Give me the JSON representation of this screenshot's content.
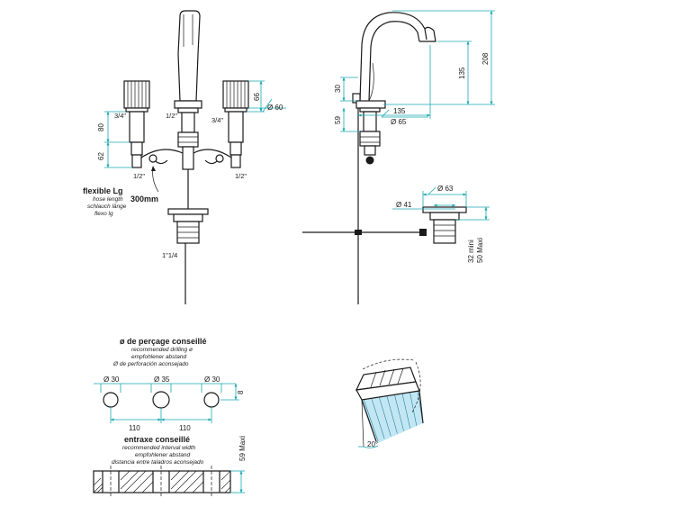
{
  "front_view": {
    "thread_body": "1/2\"",
    "thread_valve_left": "3/4\"",
    "thread_valve_right": "3/4\"",
    "thread_inlet_left": "1/2\"",
    "thread_inlet_right": "1/2\"",
    "dim_80": "80",
    "dim_62": "62",
    "dim_66": "66",
    "dim_60": "Ø 60",
    "thread_waste": "1\"1/4",
    "hose_title": "flexible Lg",
    "hose_line1": "hose length",
    "hose_line2": "schlauch länge",
    "hose_line3": "flexo lg",
    "hose_length": "300mm"
  },
  "side_view": {
    "dim_30": "30",
    "dim_59": "59",
    "dim_135_h": "135",
    "dim_65": "Ø 65",
    "dim_135_v": "135",
    "dim_208": "208"
  },
  "waste_view": {
    "dim_63": "Ø 63",
    "dim_41": "Ø 41",
    "dim_min": "32 mini",
    "dim_max": "50 Maxi"
  },
  "drilling": {
    "title": "ø de perçage conseillé",
    "line1": "recommended drilling ø",
    "line2": "empfohlener abstand",
    "line3": "Ø de perforación aconsejado",
    "d_left": "Ø 30",
    "d_center": "Ø 35",
    "d_right": "Ø 30",
    "dim_8": "8",
    "spacing_left": "110",
    "spacing_right": "110"
  },
  "interval": {
    "title": "entraxe conseillé",
    "line1": "recommended interval width",
    "line2": "empfohlener abstand",
    "line3": "distancia entre taladros aconsejado",
    "dim_max": "59 Maxi"
  },
  "aerator": {
    "angle": "20°"
  },
  "colors": {
    "line": "#1a1a1a",
    "dimension": "#1aa8b0",
    "spray": "#8fd3e8"
  }
}
